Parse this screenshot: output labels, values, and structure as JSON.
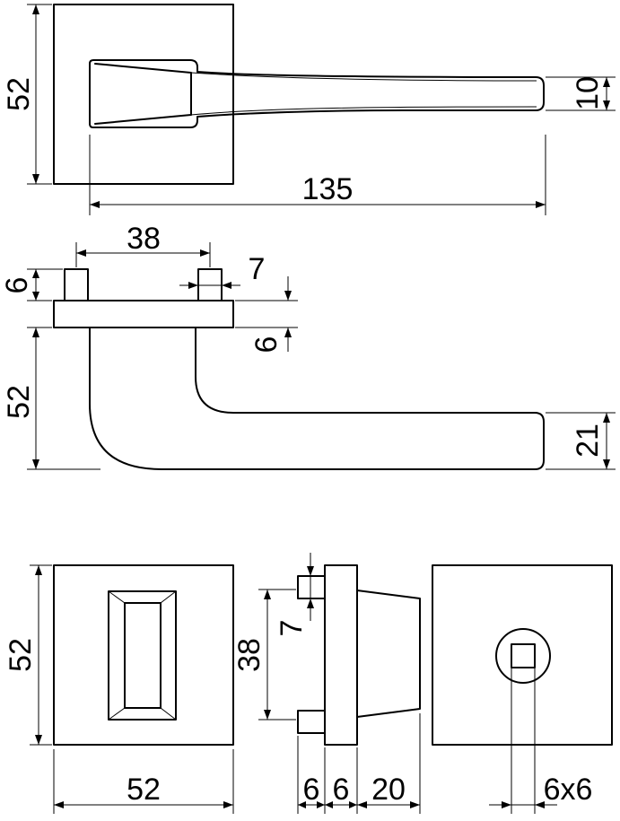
{
  "dimensions": {
    "top_rose_height": "52",
    "lever_end_height": "10",
    "lever_length": "135",
    "spindle_spacing": "38",
    "spindle_height": "6",
    "spindle_width": "7",
    "rose_thickness": "6",
    "lever_projection": "52",
    "grip_height": "21",
    "thumbturn_rose_height": "52",
    "thumbturn_rose_width": "52",
    "side_spindle_spacing": "38",
    "side_spindle_width": "7",
    "side_spindle_depth": "6",
    "side_rose_depth": "6",
    "thumbturn_depth": "20",
    "square_spindle_size": "6x6"
  }
}
